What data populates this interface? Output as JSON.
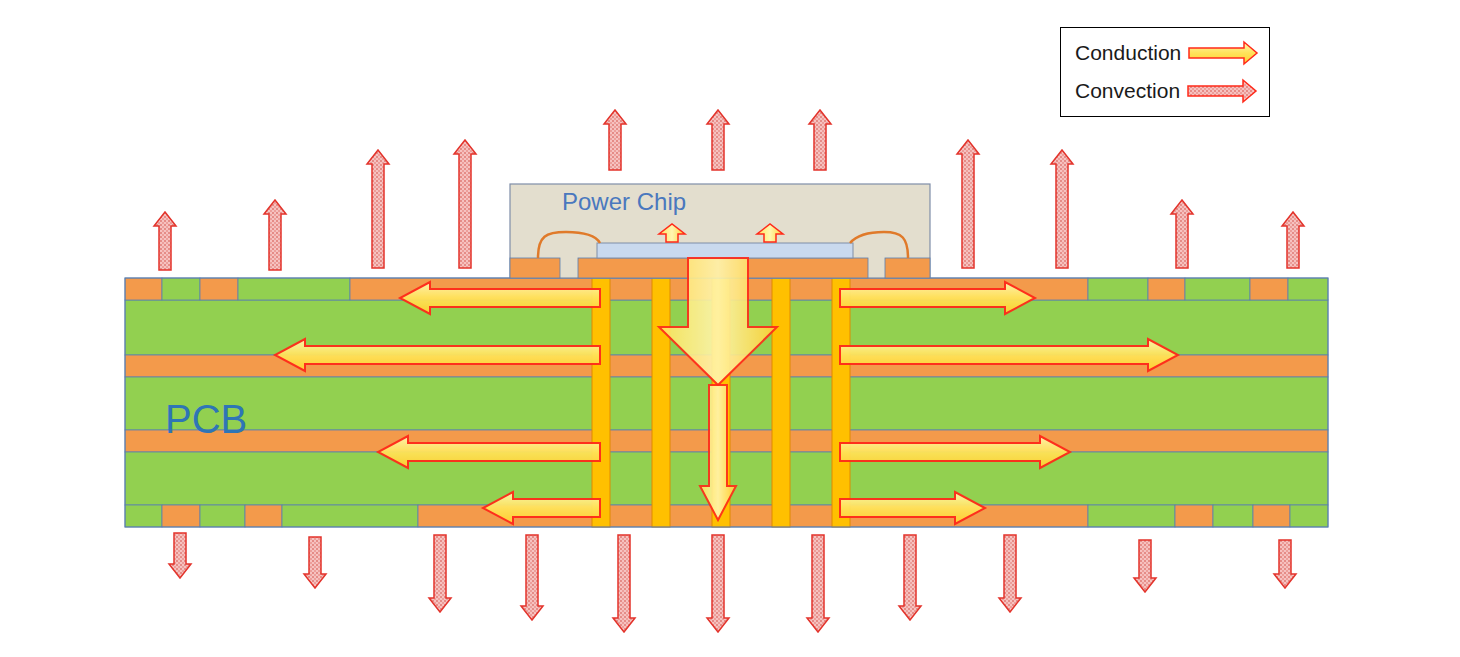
{
  "diagram": {
    "nodes": [
      {
        "text": [
          "Power Chip"
        ]
      },
      {
        "text": [
          "PCB"
        ]
      }
    ],
    "legend": [
      {
        "text": "Conduction"
      },
      {
        "text": "Convection"
      }
    ]
  }
}
